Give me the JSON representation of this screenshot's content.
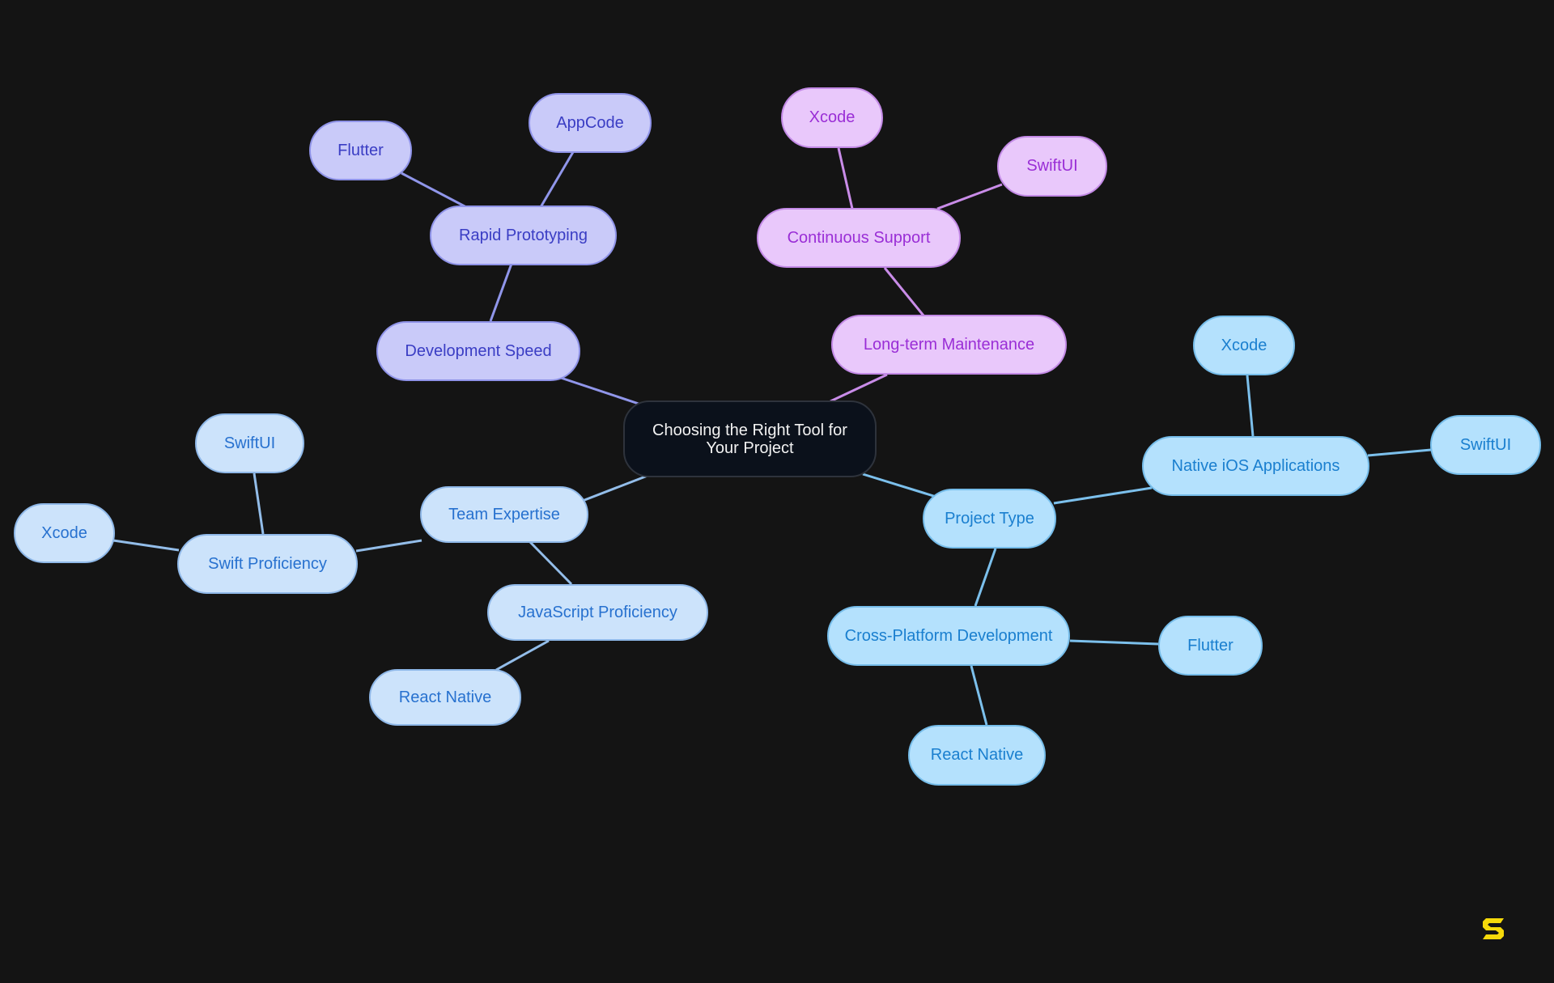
{
  "diagram": {
    "type": "mindmap",
    "root": {
      "id": "root",
      "label": "Choosing the Right Tool for Your Project"
    },
    "colors": {
      "background": "#141414",
      "indigo_branch": "#9096ea",
      "purple_branch": "#c98ce8",
      "sky_branch": "#7cc0ec",
      "light_branch": "#93bde9",
      "logo": "#f5d90a"
    },
    "nodes": {
      "dev_speed": {
        "label": "Development Speed",
        "parent": "root",
        "branch": "indigo"
      },
      "rapid_proto": {
        "label": "Rapid Prototyping",
        "parent": "dev_speed",
        "branch": "indigo"
      },
      "rp_flutter": {
        "label": "Flutter",
        "parent": "rapid_proto",
        "branch": "indigo"
      },
      "rp_appcode": {
        "label": "AppCode",
        "parent": "rapid_proto",
        "branch": "indigo"
      },
      "longterm": {
        "label": "Long-term Maintenance",
        "parent": "root",
        "branch": "purple"
      },
      "cont_support": {
        "label": "Continuous Support",
        "parent": "longterm",
        "branch": "purple"
      },
      "cs_xcode": {
        "label": "Xcode",
        "parent": "cont_support",
        "branch": "purple"
      },
      "cs_swiftui": {
        "label": "SwiftUI",
        "parent": "cont_support",
        "branch": "purple"
      },
      "project_type": {
        "label": "Project Type",
        "parent": "root",
        "branch": "sky"
      },
      "native_ios": {
        "label": "Native iOS Applications",
        "parent": "project_type",
        "branch": "sky"
      },
      "ni_xcode": {
        "label": "Xcode",
        "parent": "native_ios",
        "branch": "sky"
      },
      "ni_swiftui": {
        "label": "SwiftUI",
        "parent": "native_ios",
        "branch": "sky"
      },
      "cross_platform": {
        "label": "Cross-Platform Development",
        "parent": "project_type",
        "branch": "sky"
      },
      "cp_flutter": {
        "label": "Flutter",
        "parent": "cross_platform",
        "branch": "sky"
      },
      "cp_react": {
        "label": "React Native",
        "parent": "cross_platform",
        "branch": "sky"
      },
      "team_expertise": {
        "label": "Team Expertise",
        "parent": "root",
        "branch": "light"
      },
      "swift_prof": {
        "label": "Swift Proficiency",
        "parent": "team_expertise",
        "branch": "light"
      },
      "sp_swiftui": {
        "label": "SwiftUI",
        "parent": "swift_prof",
        "branch": "light"
      },
      "sp_xcode": {
        "label": "Xcode",
        "parent": "swift_prof",
        "branch": "light"
      },
      "js_prof": {
        "label": "JavaScript Proficiency",
        "parent": "team_expertise",
        "branch": "light"
      },
      "js_react": {
        "label": "React Native",
        "parent": "js_prof",
        "branch": "light"
      }
    }
  },
  "logo": {
    "icon": "brand-s-logo-icon"
  }
}
